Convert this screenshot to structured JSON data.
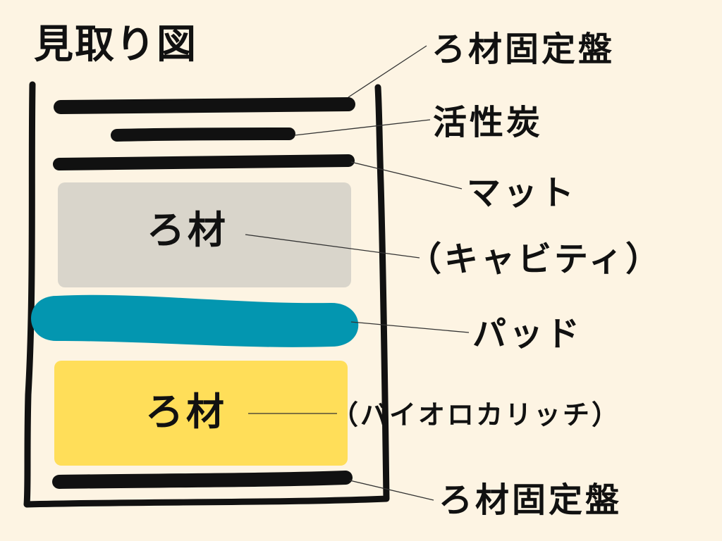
{
  "title": "見取り図",
  "labels": {
    "fixing_plate_top": "ろ材固定盤",
    "activated_carbon": "活性炭",
    "mat": "マット",
    "cavity": "（キャビティ）",
    "pad": "パッド",
    "bio_richi": "（バイオロカリッチ）",
    "fixing_plate_bottom": "ろ材固定盤"
  },
  "layers": {
    "media_upper": "ろ材",
    "media_lower": "ろ材"
  },
  "colors": {
    "background": "#FDF4E3",
    "outline": "#111111",
    "cavity_media": "#D9D5CB",
    "pad": "#0396B0",
    "bio_media": "#FFDE59"
  }
}
